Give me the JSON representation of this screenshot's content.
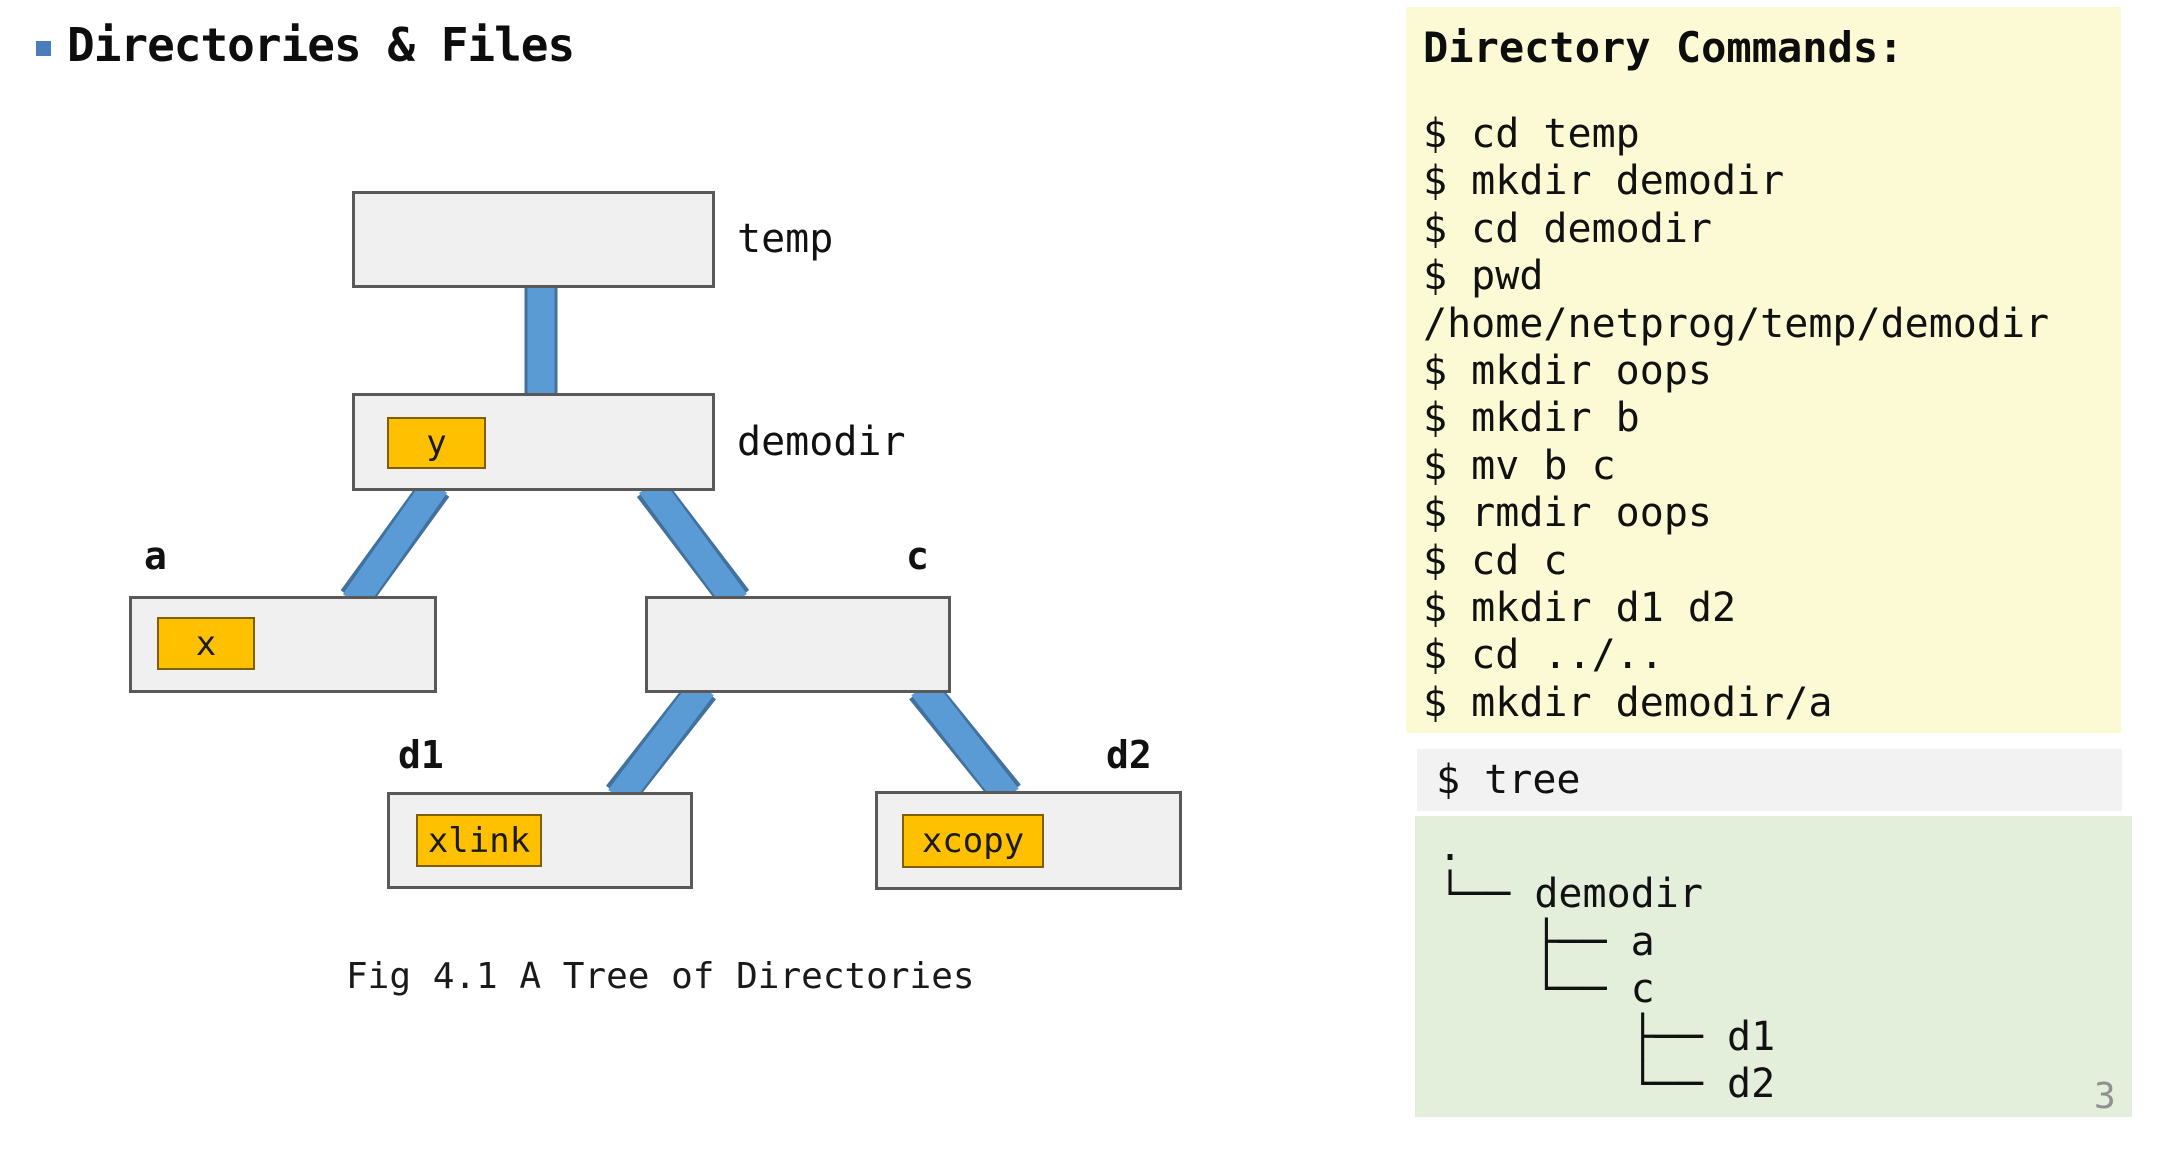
{
  "title": {
    "text": "Directories & Files"
  },
  "diagram": {
    "caption": "Fig 4.1 A Tree of Directories",
    "nodes": {
      "temp": {
        "label": "temp"
      },
      "demodir": {
        "label": "demodir",
        "file": "y"
      },
      "a": {
        "label": "a",
        "file": "x"
      },
      "c": {
        "label": "c"
      },
      "d1": {
        "label": "d1",
        "file": "xlink"
      },
      "d2": {
        "label": "d2",
        "file": "xcopy"
      }
    }
  },
  "commands_panel": {
    "title": "Directory Commands:",
    "lines": [
      "$ cd temp",
      "$ mkdir demodir",
      "$ cd demodir",
      "$ pwd",
      "/home/netprog/temp/demodir",
      "$ mkdir oops",
      "$ mkdir b",
      "$ mv b c",
      "$ rmdir oops",
      "$ cd c",
      "$ mkdir d1 d2",
      "$ cd ../..",
      "$ mkdir demodir/a"
    ]
  },
  "tree_panel": {
    "command": "$ tree",
    "output_lines": [
      ".",
      "└── demodir",
      "    ├── a",
      "    └── c",
      "        ├── d1",
      "        └── d2"
    ]
  },
  "page_number": "3",
  "colors": {
    "bullet": "#4A7EBB",
    "connector_fill": "#5B9BD5",
    "connector_border": "#41719C",
    "dir_box_fill": "#F0F0F0",
    "dir_box_border": "#595959",
    "file_box_fill": "#FFC000",
    "file_box_border": "#7F6000",
    "commands_panel_bg": "#FCFAD5",
    "tree_command_bg": "#F2F2F2",
    "tree_output_bg": "#E3EEDB",
    "page_number_color": "#8F8F8F"
  }
}
